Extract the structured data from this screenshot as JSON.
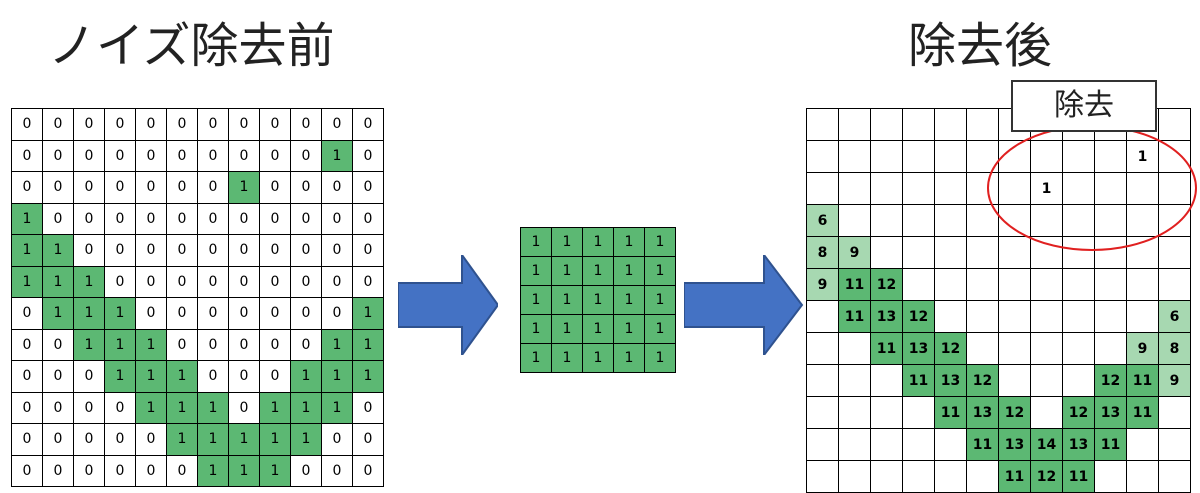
{
  "titles": {
    "before": "ノイズ除去前",
    "after": "除去後",
    "callout": "除去"
  },
  "colors": {
    "green_dark": "#5cb873",
    "green_light": "#a7d8b1",
    "arrow_fill": "#4472c4",
    "ellipse": "#e02020"
  },
  "grid_before": [
    [
      "0",
      "0",
      "0",
      "0",
      "0",
      "0",
      "0",
      "0",
      "0",
      "0",
      "0",
      "0"
    ],
    [
      "0",
      "0",
      "0",
      "0",
      "0",
      "0",
      "0",
      "0",
      "0",
      "0",
      "1",
      "0"
    ],
    [
      "0",
      "0",
      "0",
      "0",
      "0",
      "0",
      "0",
      "1",
      "0",
      "0",
      "0",
      "0"
    ],
    [
      "1",
      "0",
      "0",
      "0",
      "0",
      "0",
      "0",
      "0",
      "0",
      "0",
      "0",
      "0"
    ],
    [
      "1",
      "1",
      "0",
      "0",
      "0",
      "0",
      "0",
      "0",
      "0",
      "0",
      "0",
      "0"
    ],
    [
      "1",
      "1",
      "1",
      "0",
      "0",
      "0",
      "0",
      "0",
      "0",
      "0",
      "0",
      "0"
    ],
    [
      "0",
      "1",
      "1",
      "1",
      "0",
      "0",
      "0",
      "0",
      "0",
      "0",
      "0",
      "1"
    ],
    [
      "0",
      "0",
      "1",
      "1",
      "1",
      "0",
      "0",
      "0",
      "0",
      "0",
      "1",
      "1"
    ],
    [
      "0",
      "0",
      "0",
      "1",
      "1",
      "1",
      "0",
      "0",
      "0",
      "1",
      "1",
      "1"
    ],
    [
      "0",
      "0",
      "0",
      "0",
      "1",
      "1",
      "1",
      "0",
      "1",
      "1",
      "1",
      "0"
    ],
    [
      "0",
      "0",
      "0",
      "0",
      "0",
      "1",
      "1",
      "1",
      "1",
      "1",
      "0",
      "0"
    ],
    [
      "0",
      "0",
      "0",
      "0",
      "0",
      "0",
      "1",
      "1",
      "1",
      "0",
      "0",
      "0"
    ]
  ],
  "kernel": [
    [
      "1",
      "1",
      "1",
      "1",
      "1"
    ],
    [
      "1",
      "1",
      "1",
      "1",
      "1"
    ],
    [
      "1",
      "1",
      "1",
      "1",
      "1"
    ],
    [
      "1",
      "1",
      "1",
      "1",
      "1"
    ],
    [
      "1",
      "1",
      "1",
      "1",
      "1"
    ]
  ],
  "grid_after": [
    [
      "",
      "",
      "",
      "",
      "",
      "",
      "",
      "",
      "",
      "",
      "",
      ""
    ],
    [
      "",
      "",
      "",
      "",
      "",
      "",
      "",
      "",
      "",
      "",
      "1",
      ""
    ],
    [
      "",
      "",
      "",
      "",
      "",
      "",
      "",
      "1",
      "",
      "",
      "",
      ""
    ],
    [
      "6",
      "",
      "",
      "",
      "",
      "",
      "",
      "",
      "",
      "",
      "",
      ""
    ],
    [
      "8",
      "9",
      "",
      "",
      "",
      "",
      "",
      "",
      "",
      "",
      "",
      ""
    ],
    [
      "9",
      "11",
      "12",
      "",
      "",
      "",
      "",
      "",
      "",
      "",
      "",
      ""
    ],
    [
      "",
      "11",
      "13",
      "12",
      "",
      "",
      "",
      "",
      "",
      "",
      "",
      "6"
    ],
    [
      "",
      "",
      "11",
      "13",
      "12",
      "",
      "",
      "",
      "",
      "",
      "9",
      "8"
    ],
    [
      "",
      "",
      "",
      "11",
      "13",
      "12",
      "",
      "",
      "",
      "12",
      "11",
      "9"
    ],
    [
      "",
      "",
      "",
      "",
      "11",
      "13",
      "12",
      "",
      "12",
      "13",
      "11",
      ""
    ],
    [
      "",
      "",
      "",
      "",
      "",
      "11",
      "13",
      "14",
      "13",
      "11",
      "",
      ""
    ],
    [
      "",
      "",
      "",
      "",
      "",
      "",
      "11",
      "12",
      "11",
      "",
      "",
      ""
    ]
  ]
}
